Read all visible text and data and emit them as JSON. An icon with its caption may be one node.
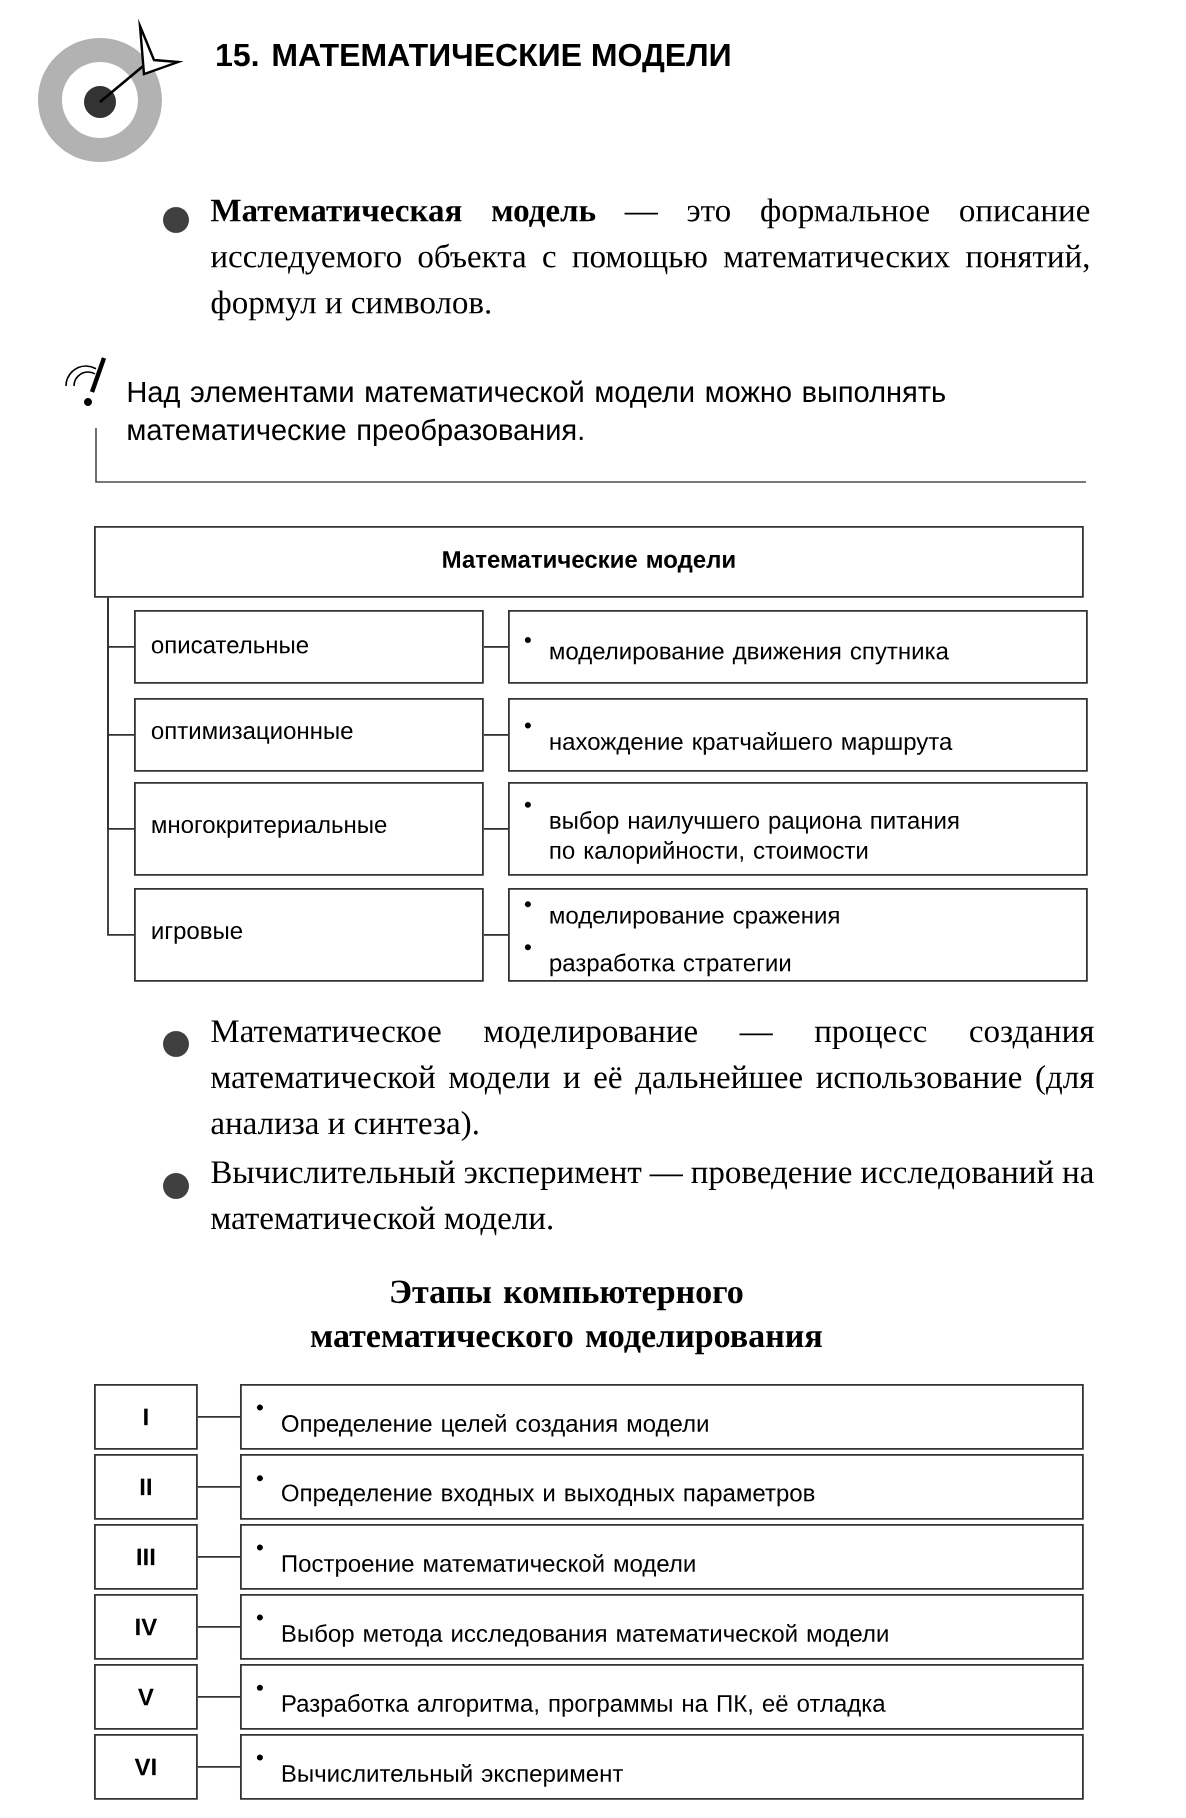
{
  "diagram": {
    "title": "15. МАТЕМАТИЧЕСКИЕ МОДЕЛИ",
    "nodes": [
      {
        "text": [
          "Математические модели"
        ]
      },
      {
        "text": [
          "описательные"
        ]
      },
      {
        "text": [
          "моделирование движения спутника"
        ]
      },
      {
        "text": [
          "оптимизационные"
        ]
      },
      {
        "text": [
          "нахождение кратчайшего маршрута"
        ]
      },
      {
        "text": [
          "многокритериальные"
        ]
      },
      {
        "text": [
          "выбор наилучшего рациона питания по калорийности, стоимости"
        ]
      },
      {
        "text": [
          "игровые"
        ]
      },
      {
        "text": [
          "моделирование сражения",
          "разработка стратегии"
        ]
      },
      {
        "text": [
          "I"
        ]
      },
      {
        "text": [
          "Определение целей создания модели"
        ]
      },
      {
        "text": [
          "II"
        ]
      },
      {
        "text": [
          "Определение входных и выходных параметров"
        ]
      },
      {
        "text": [
          "III"
        ]
      },
      {
        "text": [
          "Построение математической модели"
        ]
      },
      {
        "text": [
          "IV"
        ]
      },
      {
        "text": [
          "Выбор метода исследования математической модели"
        ]
      },
      {
        "text": [
          "V"
        ]
      },
      {
        "text": [
          "Разработка алгоритма, программы на ПК, её отладка"
        ]
      },
      {
        "text": [
          "VI"
        ]
      },
      {
        "text": [
          "Вычислительный эксперимент"
        ]
      }
    ],
    "edges": [
      {
        "from": 0,
        "to": 1,
        "arrow": "none"
      },
      {
        "from": 0,
        "to": 3,
        "arrow": "none"
      },
      {
        "from": 0,
        "to": 5,
        "arrow": "none"
      },
      {
        "from": 0,
        "to": 7,
        "arrow": "none"
      },
      {
        "from": 1,
        "to": 2,
        "arrow": "none"
      },
      {
        "from": 3,
        "to": 4,
        "arrow": "none"
      },
      {
        "from": 5,
        "to": 6,
        "arrow": "none"
      },
      {
        "from": 7,
        "to": 8,
        "arrow": "none"
      },
      {
        "from": 9,
        "to": 10,
        "arrow": "none"
      },
      {
        "from": 11,
        "to": 12,
        "arrow": "none"
      },
      {
        "from": 13,
        "to": 14,
        "arrow": "none"
      },
      {
        "from": 15,
        "to": 16,
        "arrow": "none"
      },
      {
        "from": 17,
        "to": 18,
        "arrow": "none"
      },
      {
        "from": 19,
        "to": 20,
        "arrow": "none"
      }
    ],
    "labels": [
      "**Математическая модель** — это формальное описание исследуемого объекта с помощью математических понятий, формул и символов.",
      "Над элементами математической модели можно выполнять математические преобразования.",
      "Математическое моделирование — процесс создания математической модели и её дальнейшее использование (для анализа и синтеза).",
      "Вычислительный эксперимент — проведение исследований на математической модели.",
      "Этапы компьютерного математического моделирования"
    ]
  }
}
